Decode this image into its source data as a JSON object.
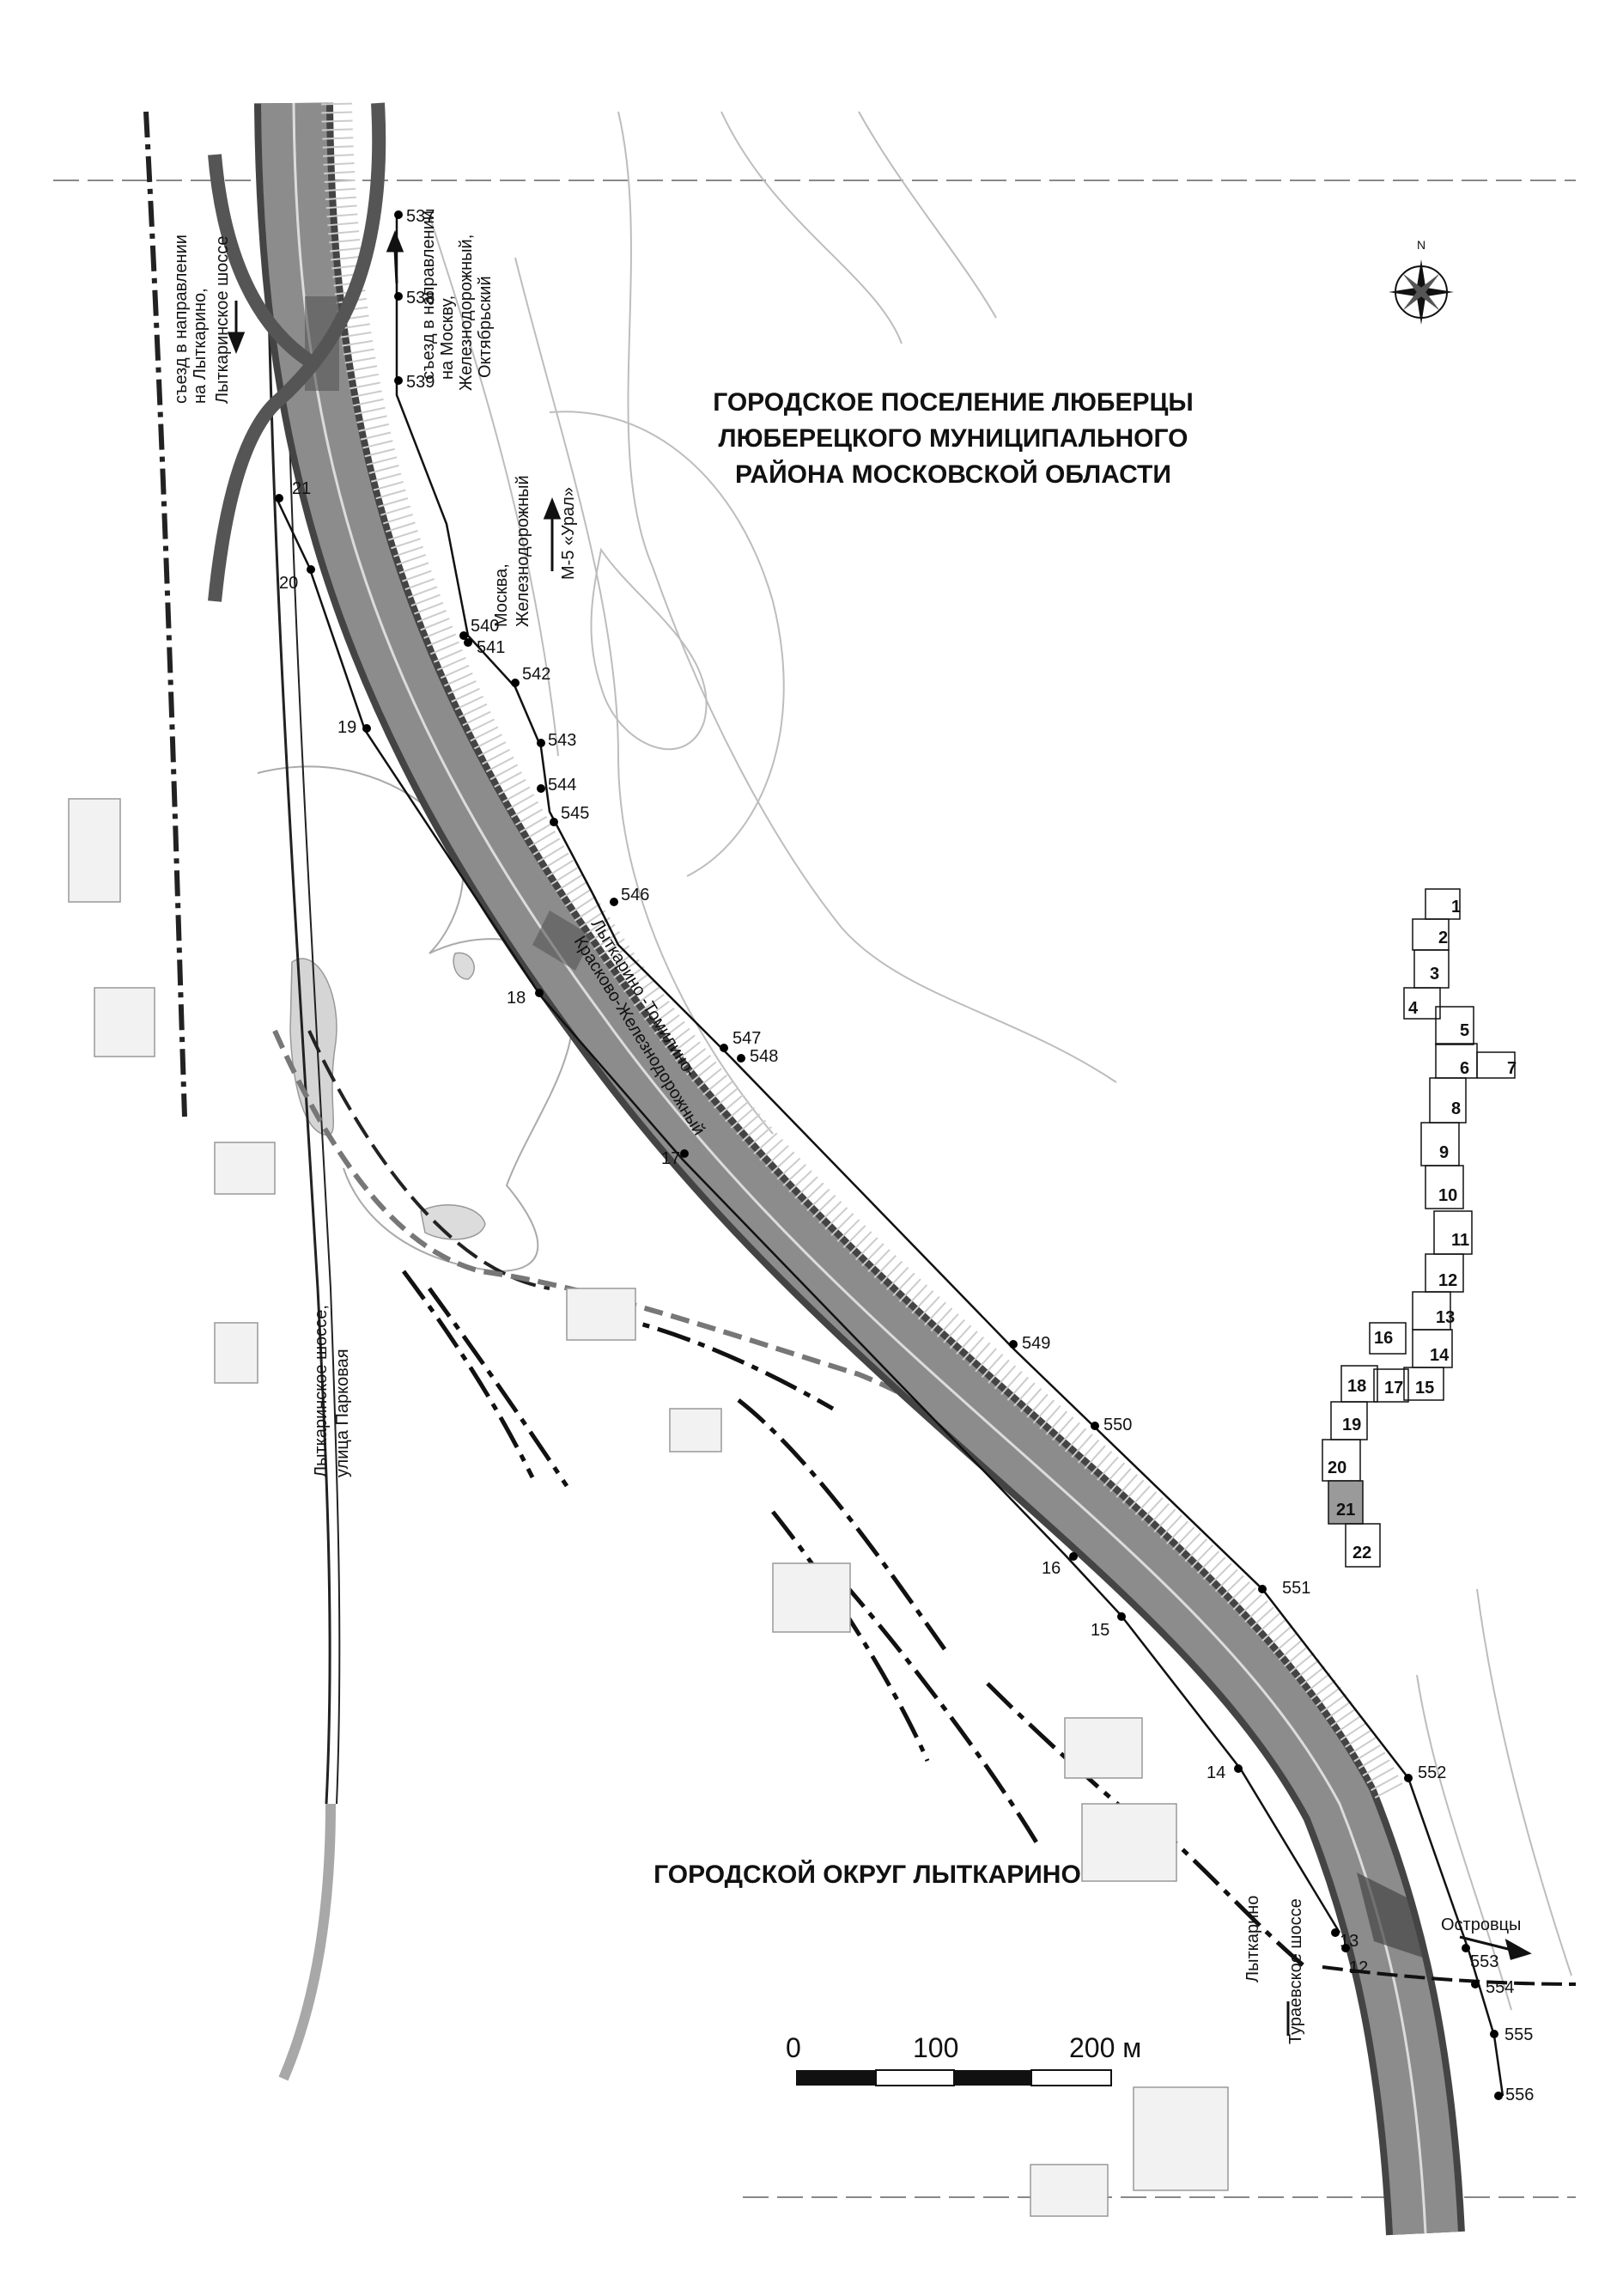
{
  "districts": {
    "lyubertsy": [
      "ГОРОДСКОЕ ПОСЕЛЕНИЕ ЛЮБЕРЦЫ",
      "ЛЮБЕРЕЦКОГО МУНИЦИПАЛЬНОГО",
      "РАЙОНА МОСКОВСКОЙ ОБЛАСТИ"
    ],
    "lytkarino": "ГОРОДСКОЙ ОКРУГ ЛЫТКАРИНО"
  },
  "roads": {
    "m5": "М-5 «Урал»",
    "moscow_zhel": [
      "Москва,",
      "Железнодорожный"
    ],
    "exit_moscow": [
      "съезд в направлении",
      "на Москву,",
      "Железнодорожный,",
      "Октябрьский"
    ],
    "exit_lytkarino": [
      "съезд в направлении",
      "на Лыткарино,",
      "Лыткаринское шоссе"
    ],
    "main_road": [
      "Лыткарино -Томилино-",
      "Красково-Железнодорожный"
    ],
    "park_street": [
      "Лыткаринское шоссе,",
      "улица Парковая"
    ],
    "turaevskoe": "Тураевское шоссе",
    "lytkarino": "Лыткарино",
    "ostrovtsy": "Островцы"
  },
  "points_east": [
    "537",
    "538",
    "539",
    "540",
    "541",
    "542",
    "543",
    "544",
    "545",
    "546",
    "547",
    "548",
    "549",
    "550",
    "551",
    "552",
    "553",
    "554",
    "555",
    "556"
  ],
  "points_west": [
    "21",
    "20",
    "19",
    "18",
    "17",
    "16",
    "15",
    "14",
    "13",
    "12"
  ],
  "sheets": [
    "1",
    "2",
    "3",
    "4",
    "5",
    "6",
    "7",
    "8",
    "9",
    "10",
    "11",
    "12",
    "13",
    "14",
    "15",
    "16",
    "17",
    "18",
    "19",
    "20",
    "21",
    "22"
  ],
  "compass": "N",
  "scale": {
    "labels": [
      "0",
      "100",
      "200 м"
    ]
  },
  "colors": {
    "road": "#6f6f6f",
    "contour": "#b9b9b9",
    "line": "#111111"
  }
}
